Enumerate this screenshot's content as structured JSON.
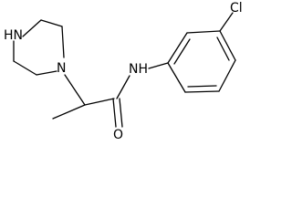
{
  "molecule": {
    "labels": {
      "amine_nh": "HN",
      "piperazine_n": "N",
      "amide_nh": "NH",
      "carbonyl_o": "O",
      "chloro": "Cl"
    },
    "colors": {
      "bond": "#000000",
      "text": "#000000",
      "background": "#ffffff"
    }
  }
}
